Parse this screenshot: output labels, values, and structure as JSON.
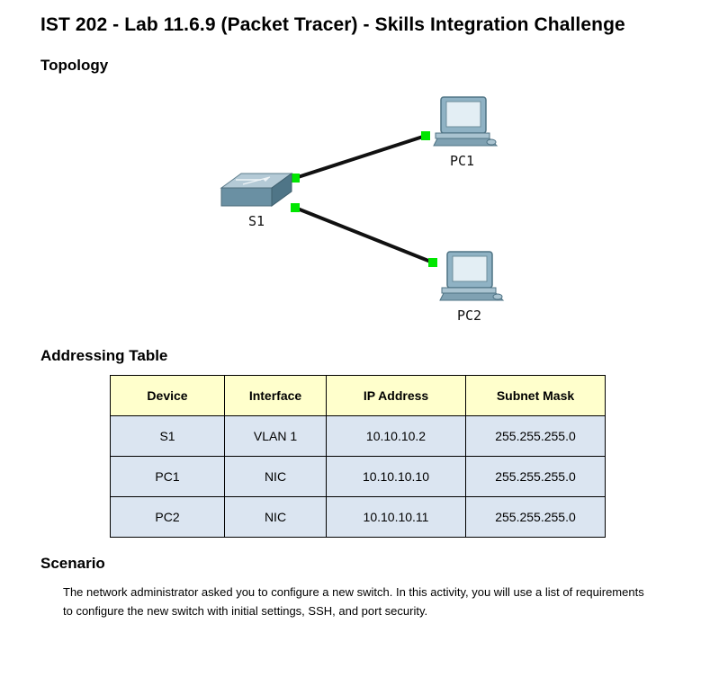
{
  "page": {
    "title": "IST 202 - Lab 11.6.9 (Packet Tracer) - Skills Integration Challenge"
  },
  "topology": {
    "heading": "Topology",
    "devices": {
      "switch_label": "S1",
      "pc1_label": "PC1",
      "pc2_label": "PC2"
    },
    "link_status_color": "#00e600",
    "cable_color": "#111111"
  },
  "addressing_table": {
    "heading": "Addressing Table",
    "columns": [
      "Device",
      "Interface",
      "IP Address",
      "Subnet Mask"
    ],
    "rows": [
      [
        "S1",
        "VLAN 1",
        "10.10.10.2",
        "255.255.255.0"
      ],
      [
        "PC1",
        "NIC",
        "10.10.10.10",
        "255.255.255.0"
      ],
      [
        "PC2",
        "NIC",
        "10.10.10.11",
        "255.255.255.0"
      ]
    ],
    "header_color": "#ffffcc",
    "cell_color": "#dbe5f1"
  },
  "scenario": {
    "heading": "Scenario",
    "text": "The network administrator asked you to configure a new switch. In this activity, you will use a list of requirements to configure the new switch with initial settings, SSH, and port security."
  }
}
